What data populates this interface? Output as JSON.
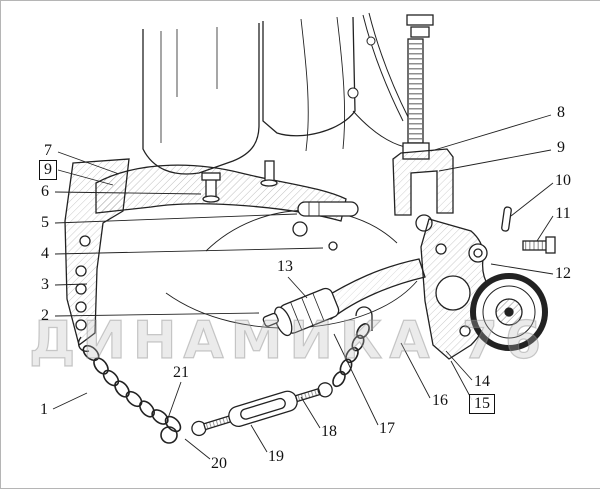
{
  "figure": {
    "watermark": "ДИНАМИКА 76"
  },
  "callouts": [
    {
      "id": "7",
      "label": "7"
    },
    {
      "id": "9-left",
      "label": "9"
    },
    {
      "id": "6",
      "label": "6"
    },
    {
      "id": "5",
      "label": "5"
    },
    {
      "id": "4",
      "label": "4"
    },
    {
      "id": "3",
      "label": "3"
    },
    {
      "id": "2",
      "label": "2"
    },
    {
      "id": "1",
      "label": "1"
    },
    {
      "id": "8",
      "label": "8"
    },
    {
      "id": "9-right",
      "label": "9"
    },
    {
      "id": "10",
      "label": "10"
    },
    {
      "id": "11",
      "label": "11"
    },
    {
      "id": "12",
      "label": "12"
    },
    {
      "id": "13",
      "label": "13"
    },
    {
      "id": "14",
      "label": "14"
    },
    {
      "id": "15",
      "label": "15"
    },
    {
      "id": "16",
      "label": "16"
    },
    {
      "id": "17",
      "label": "17"
    },
    {
      "id": "18",
      "label": "18"
    },
    {
      "id": "19",
      "label": "19"
    },
    {
      "id": "20",
      "label": "20"
    },
    {
      "id": "21",
      "label": "21"
    }
  ]
}
